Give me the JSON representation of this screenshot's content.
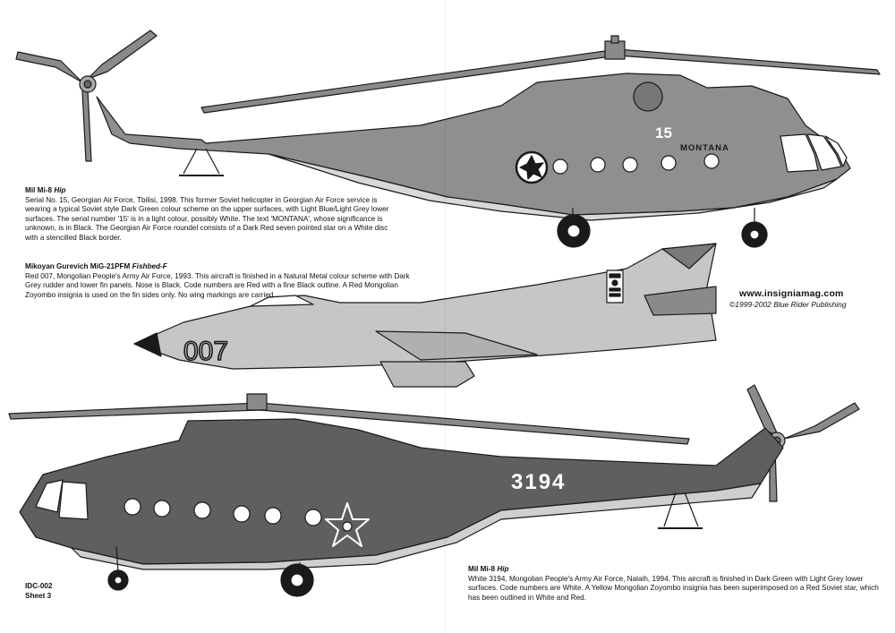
{
  "captions": [
    {
      "title": "Mil Mi-8",
      "title_italic": "Hip",
      "body": "Serial No. 15, Georgian Air Force, Tbilisi, 1998. This former Soviet helicopter in Georgian Air Force service is wearing a typical Soviet style Dark Green colour scheme on the upper surfaces, with Light Blue/Light Grey lower surfaces. The serial number '15' is in a light colour, possibly White. The text 'MONTANA', whose significance is unknown, is in Black. The Georgian Air Force roundel consists of a Dark Red seven pointed star on a White disc with a stencilled Black border."
    },
    {
      "title": "Mikoyan Gurevich MiG-21PFM",
      "title_italic": "Fishbed-F",
      "body": "Red 007, Mongolian People's Army Air Force, 1993. This aircraft is finished in a Natural Metal colour scheme with Dark Grey rudder and lower fin panels. Nose is Black. Code numbers are Red with a fine Black outline. A Red Mongolian Zoyombo insignia is used on the fin sides only. No wing markings are carried."
    },
    {
      "title": "Mil Mi-8",
      "title_italic": "Hip",
      "body": "White 3194, Mongolian People's Army Air Force, Nalaih, 1994. This aircraft is finished in Dark Green with Light Grey lower surfaces. Code numbers are White. A Yellow Mongolian Zoyombo insignia has been superimposed on a Red Soviet star, which has been outlined in White and Red."
    }
  ],
  "publisher": {
    "website": "www.insigniamag.com",
    "copyright": "©1999-2002 Blue Rider Publishing"
  },
  "reference": {
    "code": "IDC-002",
    "sheet": "Sheet 3"
  },
  "aircraft": {
    "heli_top": {
      "serial": "15",
      "name_text": "MONTANA"
    },
    "mig": {
      "code": "007"
    },
    "heli_bottom": {
      "serial": "3194"
    }
  },
  "colors": {
    "dark_green_tone": "#5f5f5f",
    "light_grey_tone": "#c9c9c9",
    "natural_metal_tone": "#b8b8b8",
    "mig_dark_grey": "#8c8c8c",
    "outline": "#1a1a1a"
  }
}
